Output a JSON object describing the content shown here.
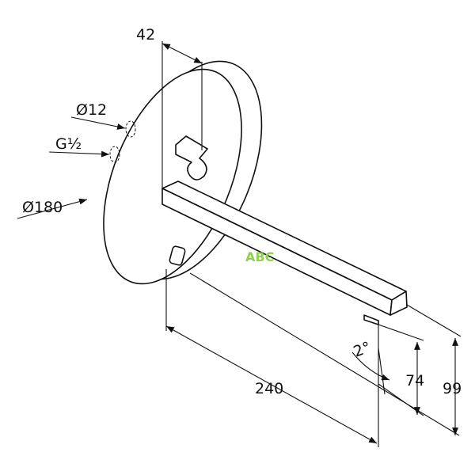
{
  "dimensions": {
    "depth_disc": "42",
    "hole_diameter": "Ø12",
    "thread": "G½",
    "disc_diameter": "Ø180",
    "spout_length": "240",
    "angle": "2°",
    "height_outlet": "74",
    "height_total": "99"
  },
  "watermark": "ABC",
  "colors": {
    "line": "#111111",
    "watermark": "#8fd14f"
  }
}
